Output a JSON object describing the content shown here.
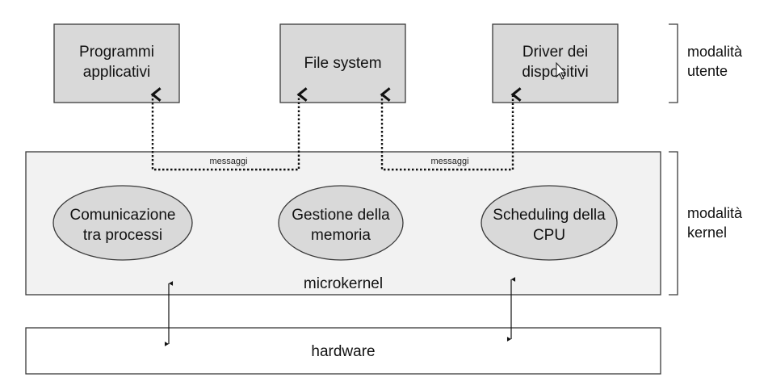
{
  "user_space": {
    "boxes": [
      {
        "id": "programmi",
        "lines": [
          "Programmi",
          "applicativi"
        ]
      },
      {
        "id": "file-system",
        "lines": [
          "File system"
        ]
      },
      {
        "id": "driver",
        "lines": [
          "Driver dei",
          "dispositivi"
        ]
      }
    ]
  },
  "kernel": {
    "label": "microkernel",
    "services": [
      {
        "id": "ipc",
        "lines": [
          "Comunicazione",
          "tra processi"
        ]
      },
      {
        "id": "memoria",
        "lines": [
          "Gestione della",
          "memoria"
        ]
      },
      {
        "id": "cpu",
        "lines": [
          "Scheduling della",
          "CPU"
        ]
      }
    ],
    "message_labels": [
      "messaggi",
      "messaggi"
    ]
  },
  "hardware": {
    "label": "hardware"
  },
  "side_labels": {
    "user_mode": [
      "modalità",
      "utente"
    ],
    "kernel_mode": [
      "modalità",
      "kernel"
    ]
  },
  "colors": {
    "box_fill": "#d9d9d9",
    "kernel_fill": "#f2f2f2",
    "ellipse_fill": "#d9d9d9",
    "stroke": "#3a3a3a",
    "text": "#111111"
  }
}
